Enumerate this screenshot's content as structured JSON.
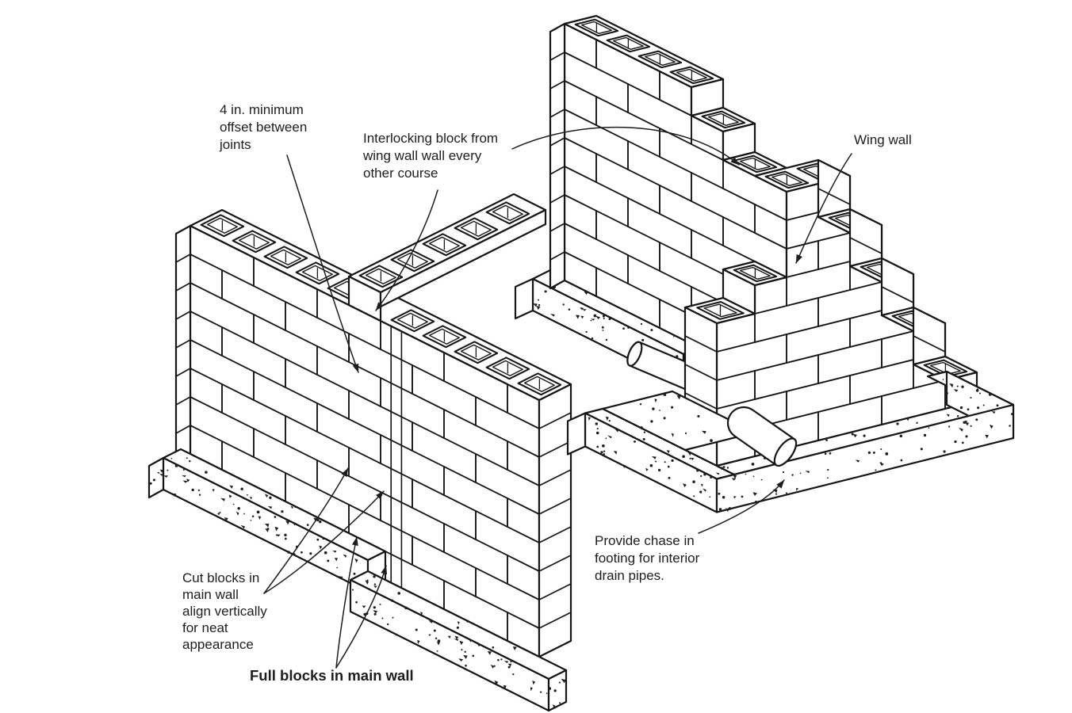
{
  "figure": {
    "background": "#ffffff",
    "line_color": "#161616",
    "text_color": "#1d1d1d",
    "concrete_dot_color": "#1f1f1f"
  },
  "annotations": {
    "offset_joints": "4 in. minimum\noffset between\njoints",
    "interlocking": "Interlocking block from\nwing wall wall every\nother course",
    "wing_wall": "Wing wall",
    "cut_blocks": "Cut blocks in\nmain wall\nalign vertically\nfor neat\nappearance",
    "full_blocks": "Full blocks in main wall",
    "provide_chase": "Provide chase in\nfooting for interior\ndrain pipes."
  }
}
